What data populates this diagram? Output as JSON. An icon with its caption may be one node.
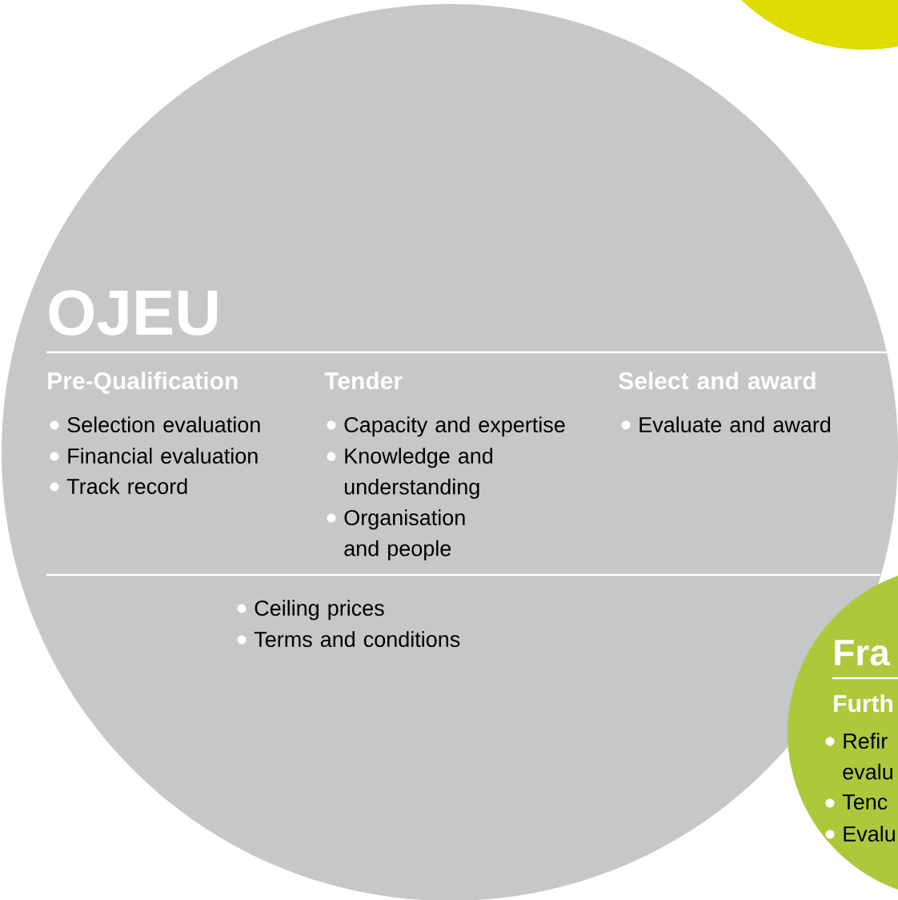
{
  "diagram": {
    "nodes": [
      {
        "text": [
          "OJEU",
          "Pre-Qualification",
          "Selection evaluation",
          "Financial evaluation",
          "Track record",
          "Tender",
          "Capacity and expertise",
          "Knowledge and understanding",
          "Organisation and people",
          "Select and award",
          "Evaluate and award",
          "Ceiling prices",
          "Terms and conditions"
        ]
      },
      {
        "text": [
          "Fra",
          "Furth",
          "Refir evalu",
          "Tenc",
          "Evalu"
        ]
      },
      {
        "text": [],
        "shape": "circle"
      }
    ],
    "edges": []
  }
}
